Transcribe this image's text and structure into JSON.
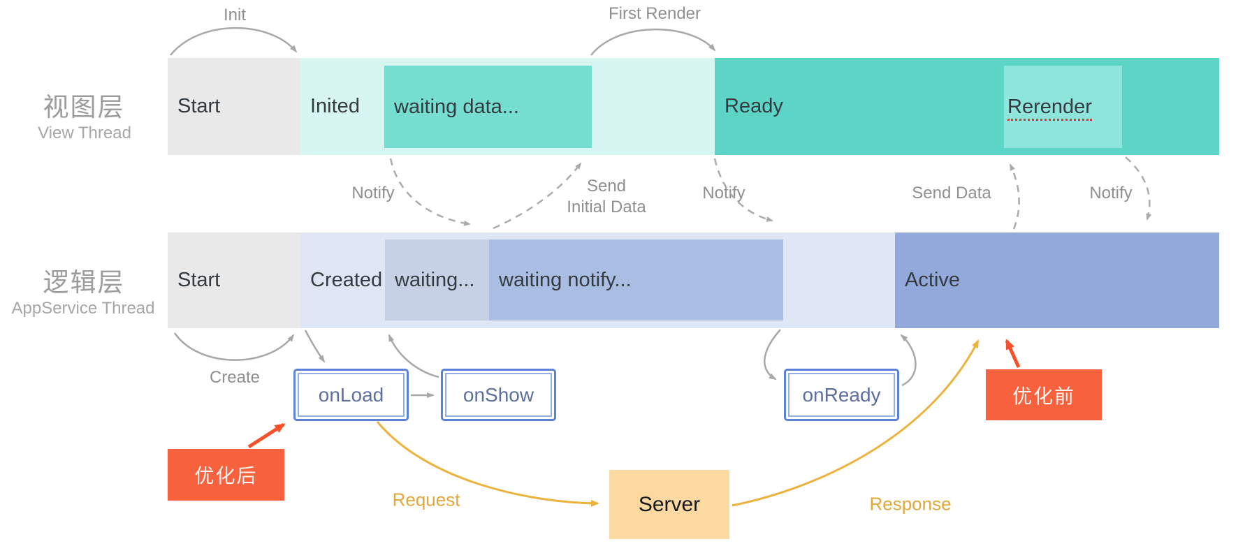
{
  "colors": {
    "gray_segment": "#e8e9e8",
    "mint_light": "#d8f6f1",
    "teal_medium": "#76ded1",
    "teal_dark": "#5cd5c6",
    "teal_rerender": "#8ee5db",
    "blue_light": "#dfe7f6",
    "blue_waiting": "#c6d1e6",
    "blue_notify": "#aabde2",
    "blue_active": "#93a9dc",
    "sketch_blue": "#5b82d8",
    "orange_box": "#f8613d",
    "red_arrow": "#f7502c",
    "gold": "#ecb23e",
    "gold_text": "#e2a83c",
    "server_fill": "#fcd9a0",
    "gray_arrow": "#a8a8a8",
    "gray_text": "#8f8f8f"
  },
  "view_thread": {
    "label_zh": "视图层",
    "label_en": "View Thread",
    "segments": {
      "start": "Start",
      "inited": "Inited",
      "waiting_data": "waiting data...",
      "ready": "Ready",
      "rerender": "Rerender"
    }
  },
  "logic_thread": {
    "label_zh": "逻辑层",
    "label_en": "AppService Thread",
    "segments": {
      "start": "Start",
      "created": "Created",
      "waiting": "waiting...",
      "waiting_notify": "waiting notify...",
      "active": "Active"
    }
  },
  "annotations": {
    "init": "Init",
    "first_render": "First Render",
    "notify_1": "Notify",
    "send_initial_line1": "Send",
    "send_initial_line2": "Initial Data",
    "notify_2": "Notify",
    "send_data": "Send Data",
    "notify_3": "Notify",
    "create": "Create"
  },
  "callbacks": {
    "onload": "onLoad",
    "onshow": "onShow",
    "onready": "onReady"
  },
  "optimization": {
    "after": "优化后",
    "before": "优化前"
  },
  "server": {
    "label": "Server",
    "request": "Request",
    "response": "Response"
  }
}
